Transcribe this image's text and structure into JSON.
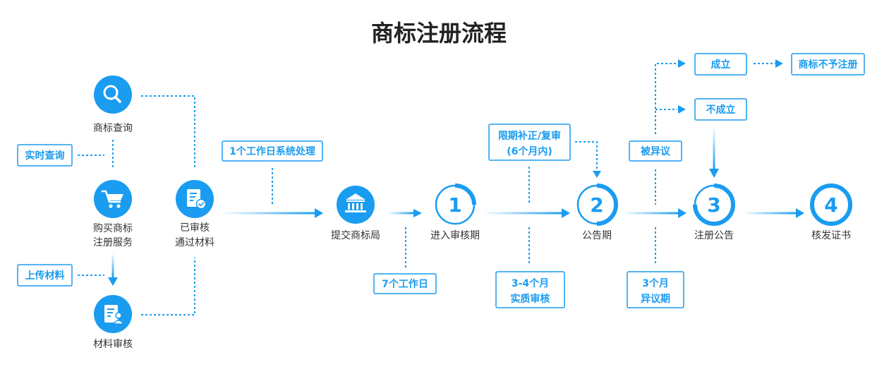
{
  "title": "商标注册流程",
  "colors": {
    "accent": "#1a9cf0",
    "label": "#333333",
    "title": "#222222",
    "background": "#ffffff"
  },
  "pre_steps": {
    "search": {
      "icon": "search-icon",
      "label": "商标查询"
    },
    "realtime_query": "实时查询",
    "purchase": {
      "icon": "cart-icon",
      "label_lines": [
        "购买商标",
        "注册服务"
      ]
    },
    "upload_materials": "上传材料",
    "material_review": {
      "icon": "document-person-icon",
      "label": "材料审核"
    },
    "approved": {
      "icon": "document-check-icon",
      "label_lines": [
        "已审核",
        "通过材料"
      ]
    }
  },
  "system_processing": "1个工作日系统处理",
  "submit": {
    "icon": "bank-icon",
    "label": "提交商标局"
  },
  "steps": [
    {
      "number": "1",
      "label": "进入审核期",
      "progress": 0.25
    },
    {
      "number": "2",
      "label": "公告期",
      "progress": 0.5
    },
    {
      "number": "3",
      "label": "注册公告",
      "progress": 0.75
    },
    {
      "number": "4",
      "label": "核发证书",
      "progress": 1
    }
  ],
  "notes": {
    "formal_review_duration": "7个工作日",
    "correction_lines": [
      "限期补正/复审",
      "(6个月内)"
    ],
    "substantive_review_lines": [
      "3-4个月",
      "实质审核"
    ],
    "opposed": "被异议",
    "opposition_period_lines": [
      "3个月",
      "异议期"
    ],
    "opposition_established": "成立",
    "opposition_not_established": "不成立",
    "registration_refused": "商标不予注册"
  }
}
